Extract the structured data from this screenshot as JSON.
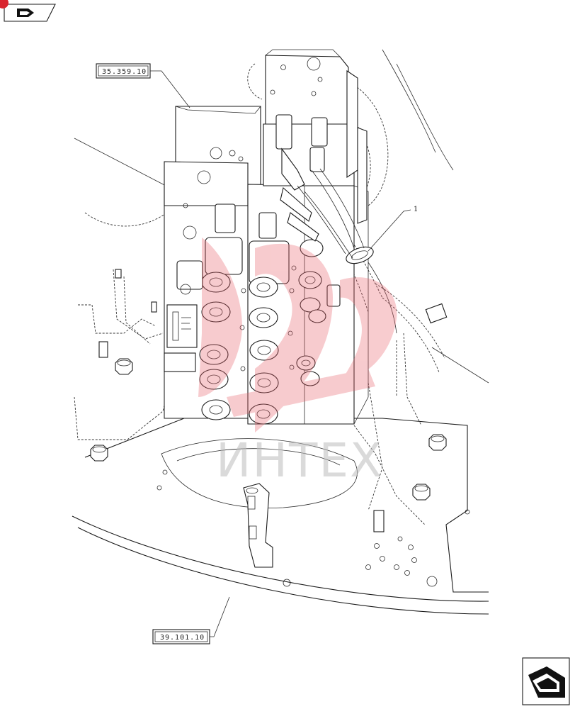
{
  "callouts": {
    "top_ref": "35.359.10",
    "bottom_ref": "39.101.10",
    "item": "1"
  },
  "watermark": {
    "text": "ИНТЕХ",
    "color": "#e8606a"
  },
  "nav": {
    "prev_icon": "hand-arrow-left-icon",
    "next_icon": "hand-arrow-right-icon"
  }
}
